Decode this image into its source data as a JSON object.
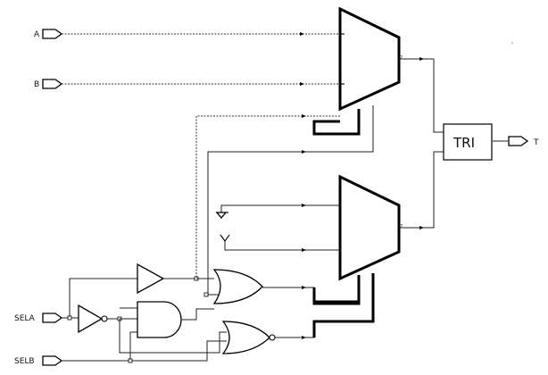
{
  "ports": {
    "input_a": "A",
    "input_b": "B",
    "sel_a": "SELA",
    "sel_b": "SELB",
    "output_t": "T"
  },
  "tri_buffer": {
    "label": "TRI"
  },
  "colors": {
    "wire": "#222222",
    "background": "#ffffff"
  }
}
